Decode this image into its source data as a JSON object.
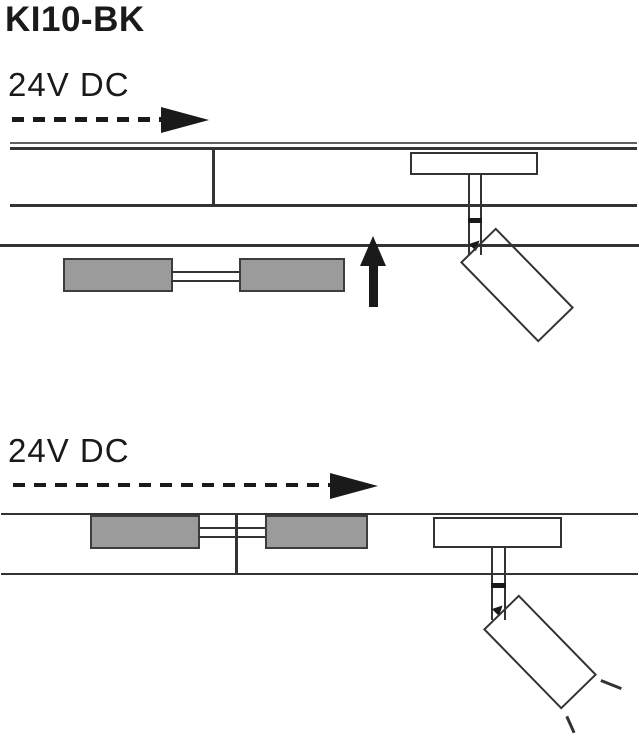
{
  "title": "KI10-BK",
  "colors": {
    "ink": "#1a1a1a",
    "line": "#333333",
    "thin_line": "#606060",
    "module_fill": "#9b9b9b",
    "module_border": "#3d3d3d",
    "background": "#ffffff"
  },
  "step1": {
    "voltage_label": "24V DC"
  },
  "step2": {
    "voltage_label": "24V DC"
  }
}
